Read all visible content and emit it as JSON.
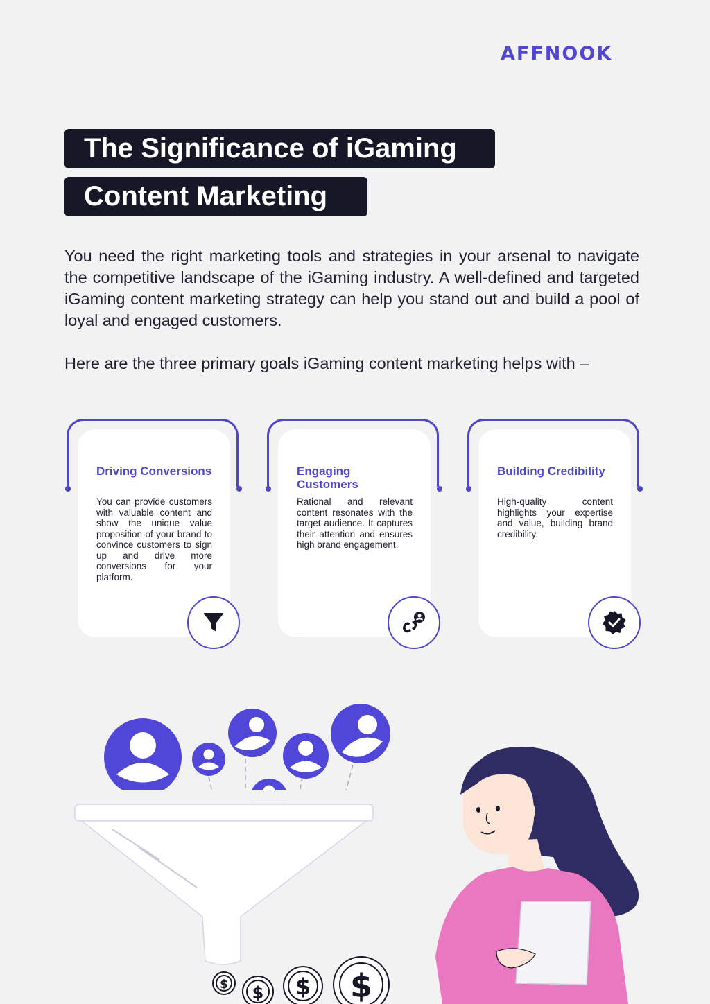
{
  "brand": {
    "logo_text": "AFFNOOK"
  },
  "title": {
    "line1": "The Significance of iGaming",
    "line2": "Content Marketing"
  },
  "intro": "You need the right marketing tools and strategies in your arsenal to navigate the competitive landscape of the iGaming industry. A well-defined and targeted iGaming content marketing strategy can help you stand out and build a pool of loyal and engaged customers.",
  "goals_lead": "Here are the three primary goals iGaming content marketing helps with –",
  "cards": [
    {
      "title": "Driving Conversions",
      "text": "You can provide customers with valuable content and show the unique value proposition of your brand to convince customers to sign up and drive more conversions for your platform.",
      "icon": "funnel-icon"
    },
    {
      "title": "Engaging Customers",
      "text": "Rational and relevant content resonates with the target audience. It captures their attention and ensures high brand engagement.",
      "icon": "engagement-icon"
    },
    {
      "title": "Building Credibility",
      "text": "High-quality content highlights your expertise and value, building brand credibility.",
      "icon": "verified-badge-icon"
    }
  ],
  "colors": {
    "accent": "#4e47c9",
    "dark": "#161827",
    "background": "#f2f2f3",
    "pink": "#e978c0",
    "hair": "#2f2b63"
  }
}
